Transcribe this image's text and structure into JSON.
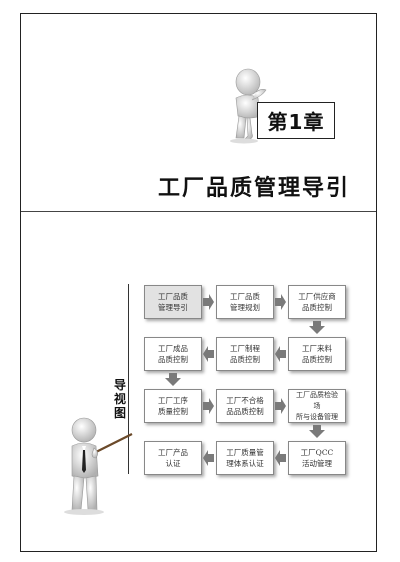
{
  "chapter": {
    "label": "第1章",
    "title": "工厂品质管理导引"
  },
  "guide": {
    "label": "导视图"
  },
  "flow": {
    "boxes": [
      {
        "id": "b1",
        "text": "工厂品质\n管理导引",
        "highlight": true
      },
      {
        "id": "b2",
        "text": "工厂品质\n管理规划"
      },
      {
        "id": "b3",
        "text": "工厂供应商\n品质控制"
      },
      {
        "id": "b4",
        "text": "工厂来料\n品质控制"
      },
      {
        "id": "b5",
        "text": "工厂制程\n品质控制"
      },
      {
        "id": "b6",
        "text": "工厂成品\n品质控制"
      },
      {
        "id": "b7",
        "text": "工厂工序\n质量控制"
      },
      {
        "id": "b8",
        "text": "工厂不合格\n品品质控制"
      },
      {
        "id": "b9",
        "text": "工厂品质检验场\n所与设备管理"
      },
      {
        "id": "b10",
        "text": "工厂QCC\n活动管理"
      },
      {
        "id": "b11",
        "text": "工厂质量管\n理体系认证"
      },
      {
        "id": "b12",
        "text": "工厂产品\n认证"
      }
    ]
  },
  "colors": {
    "arrow": "#7a7a7a",
    "highlight": "#e2e2e2"
  }
}
